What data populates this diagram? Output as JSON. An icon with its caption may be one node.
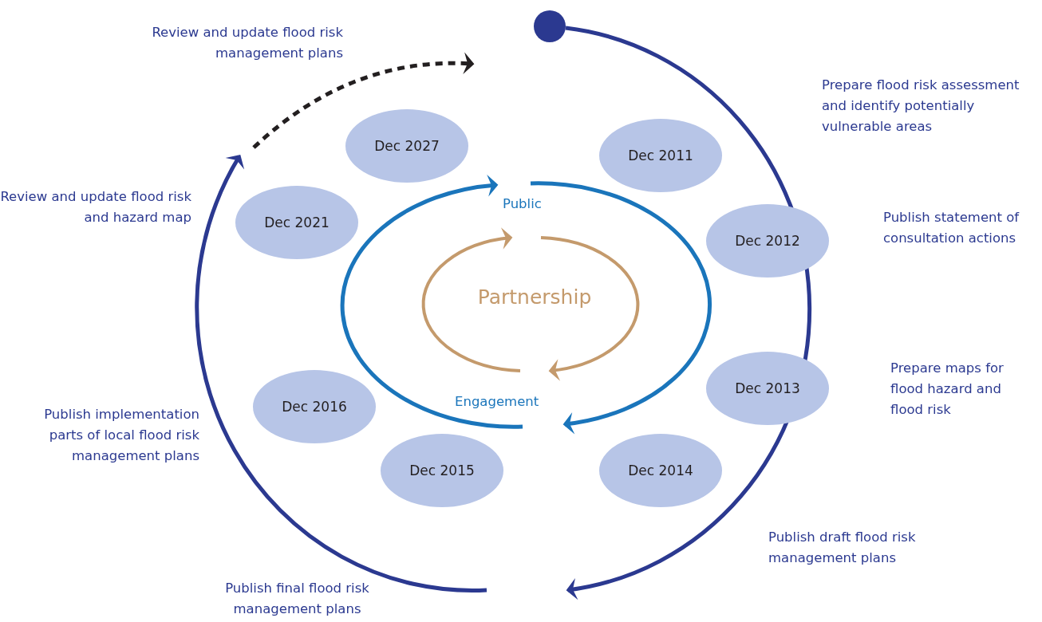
{
  "diagram": {
    "nodes": [
      {
        "text": [
          "Dec 2027"
        ]
      },
      {
        "text": [
          "Dec 2011"
        ]
      },
      {
        "text": [
          "Dec 2021"
        ]
      },
      {
        "text": [
          "Dec 2012"
        ]
      },
      {
        "text": [
          "Dec 2013"
        ]
      },
      {
        "text": [
          "Dec 2016"
        ]
      },
      {
        "text": [
          "Dec 2015"
        ]
      },
      {
        "text": [
          "Dec 2014"
        ]
      }
    ],
    "labels": [
      "Review and update flood risk management plans",
      "Prepare flood risk assessment and identify potentially vulnerable areas",
      "Review and update flood risk and hazard map",
      "Public",
      "Publish statement of consultation actions",
      "Partnership",
      "Prepare maps for flood hazard and flood risk",
      "Engagement",
      "Publish implementation parts of local flood risk management plans",
      "Publish draft flood risk management plans",
      "Publish final flood risk management plans"
    ]
  }
}
